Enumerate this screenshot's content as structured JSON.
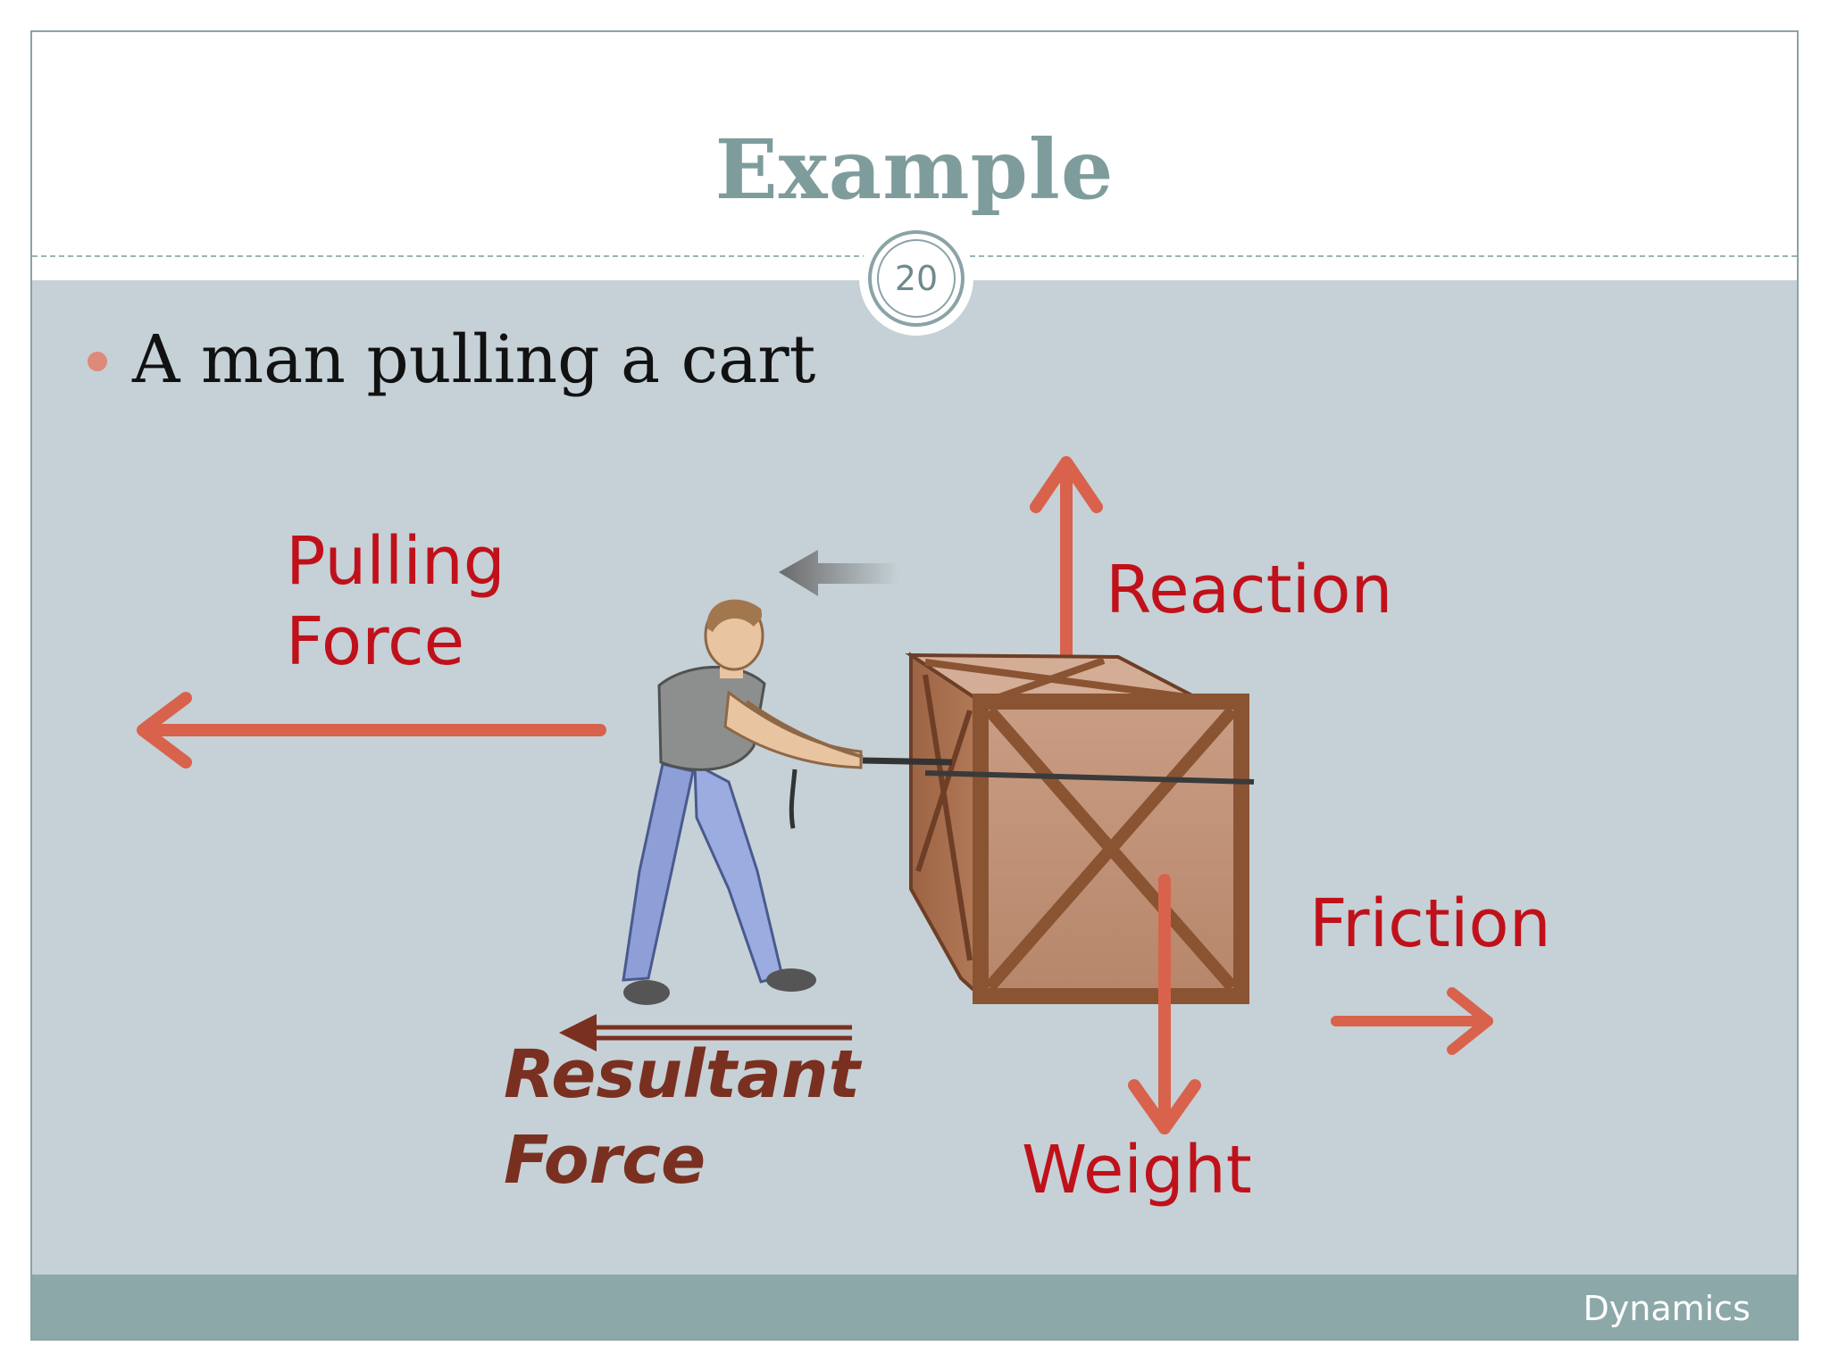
{
  "slide": {
    "title": "Example",
    "page_number": "20",
    "footer": "Dynamics"
  },
  "content": {
    "bullets": [
      "A man pulling a cart"
    ]
  },
  "diagram": {
    "labels": {
      "pulling_force": "Pulling\nForce",
      "reaction": "Reaction",
      "friction": "Friction",
      "weight": "Weight",
      "resultant_force": "Resultant\nForce"
    },
    "colors": {
      "force_arrow": "#d9624c",
      "label_text": "#c0111b",
      "resultant": "#7a3020",
      "background": "#c5d1d6"
    }
  }
}
